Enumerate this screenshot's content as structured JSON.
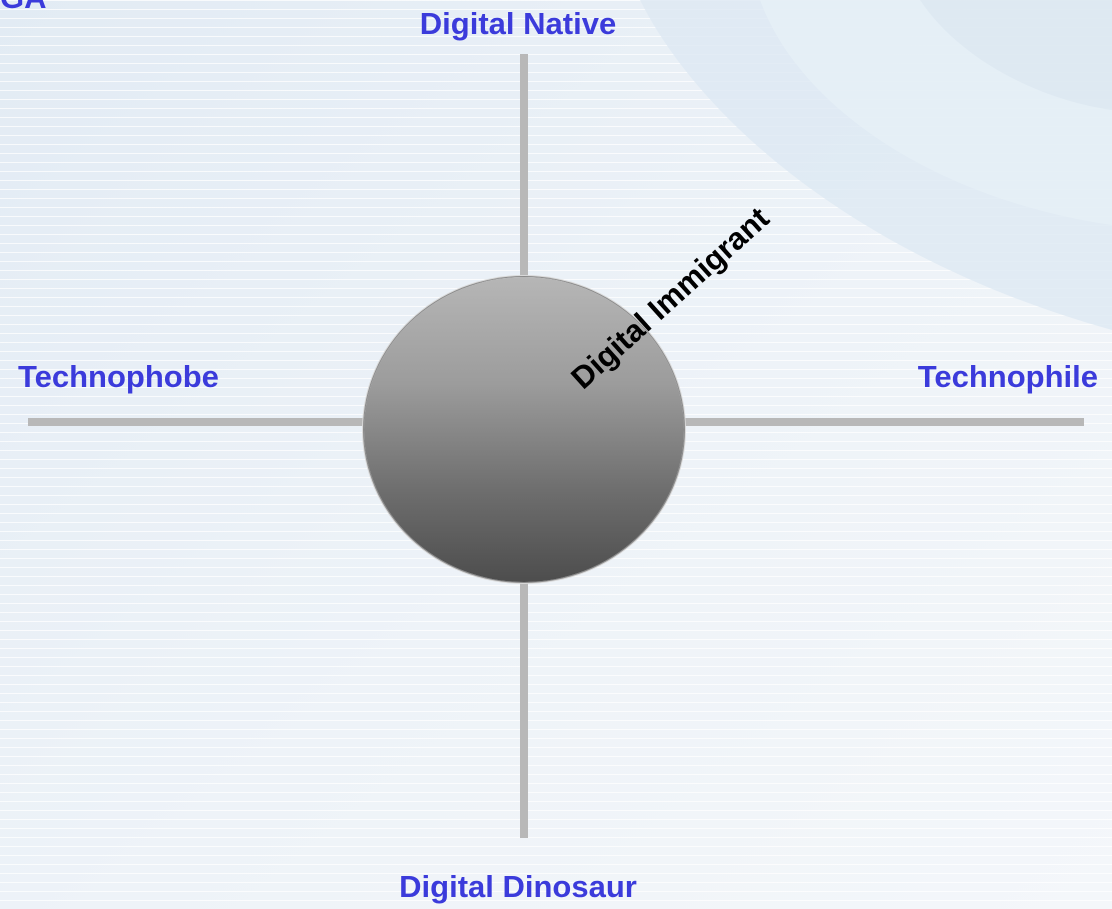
{
  "diagram": {
    "top_label": "Digital Native",
    "bottom_label": "Digital Dinosaur",
    "left_label": "Technophobe",
    "right_label": "Technophile",
    "center_label": "Digital Immigrant",
    "corner_fragment": "GA"
  },
  "colors": {
    "axis_label": "#3b3bdb",
    "center_label": "#000000",
    "axis_line": "#b8b8b8",
    "circle_light": "#b6b6b6",
    "circle_dark": "#4d4d4d",
    "background": "#eef3f8"
  }
}
